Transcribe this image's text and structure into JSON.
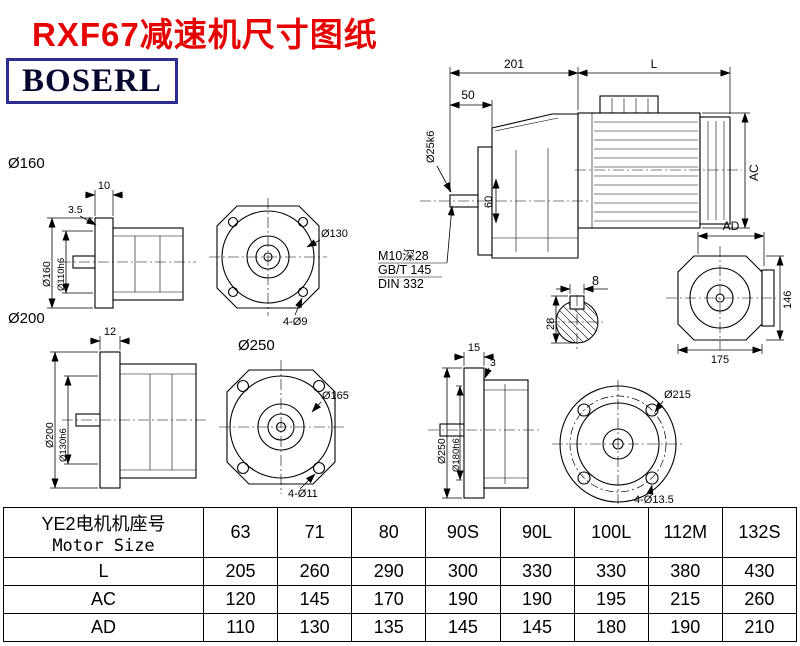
{
  "page": {
    "title": "RXF67减速机尺寸图纸",
    "logo_text": "BOSERL",
    "title_color": "#e60000",
    "logo_border_color": "#2d2d8f",
    "line_color": "#000000"
  },
  "ann": {
    "main": {
      "d201": "201",
      "dL": "L",
      "d50": "50",
      "shaft": "Ø25k6",
      "d60": "60",
      "ac": "AC"
    },
    "note": {
      "l1": "M10深28",
      "l2": "GB/T 145",
      "l3": "DIN 332"
    },
    "end": {
      "ad": "AD",
      "d146": "146",
      "d175": "175"
    },
    "key": {
      "d8": "8",
      "d28": "28"
    },
    "v160": {
      "label": "Ø160",
      "d10": "10",
      "d35": "3.5",
      "od": "Ø160",
      "pilot": "Ø110h6",
      "bolt": "Ø130",
      "holes": "4-Ø9"
    },
    "v200": {
      "label": "Ø200",
      "d12": "12",
      "od": "Ø200",
      "pilot": "Ø130h6",
      "bolt": "Ø165",
      "holes": "4-Ø11"
    },
    "v250": {
      "label": "Ø250",
      "d15": "15",
      "d3": "3",
      "od": "Ø250",
      "pilot": "Ø180h6",
      "bolt": "Ø215",
      "holes": "4-Ø13.5"
    }
  },
  "table": {
    "header_cn": "YE2电机机座号",
    "header_en": "Motor Size",
    "sizes": [
      "63",
      "71",
      "80",
      "90S",
      "90L",
      "100L",
      "112M",
      "132S"
    ],
    "rows": [
      {
        "label": "L",
        "values": [
          "205",
          "260",
          "290",
          "300",
          "330",
          "330",
          "380",
          "430"
        ]
      },
      {
        "label": "AC",
        "values": [
          "120",
          "145",
          "170",
          "190",
          "190",
          "195",
          "215",
          "260"
        ]
      },
      {
        "label": "AD",
        "values": [
          "110",
          "130",
          "135",
          "145",
          "145",
          "180",
          "190",
          "210"
        ]
      }
    ]
  }
}
